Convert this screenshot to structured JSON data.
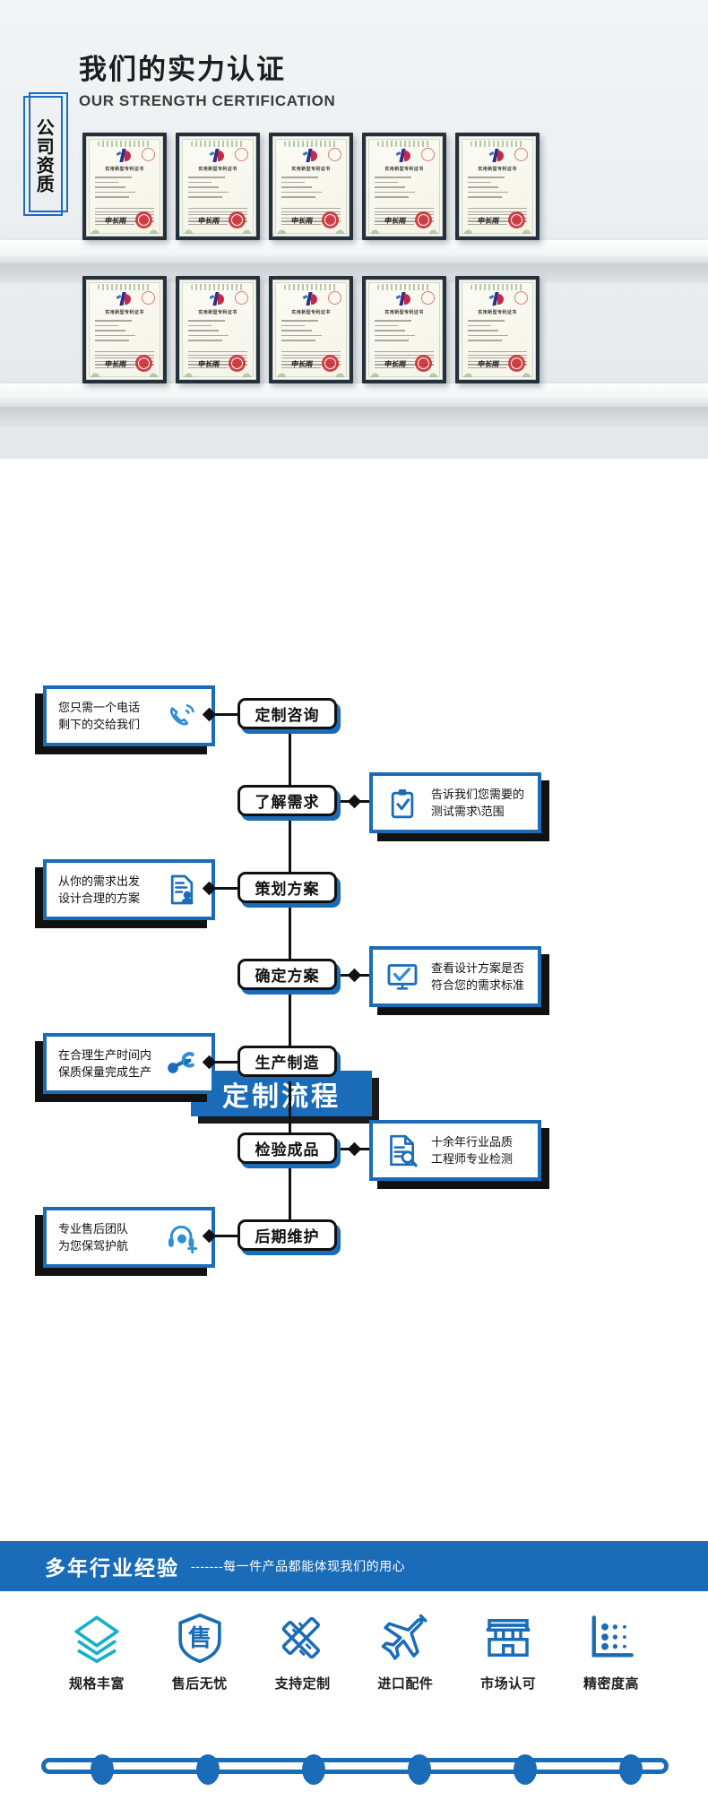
{
  "certification": {
    "heading_cn": "我们的实力认证",
    "heading_en": "OUR STRENGTH CERTIFICATION",
    "badge_text": "公司资质",
    "certificate_title": "实用新型专利证书",
    "certificate_signature": "申长雨",
    "rows": [
      {
        "count": 5
      },
      {
        "count": 5
      }
    ]
  },
  "process": {
    "title": "定制流程",
    "accent_color": "#1a6cb8",
    "steps": [
      {
        "label": "定制咨询"
      },
      {
        "label": "了解需求"
      },
      {
        "label": "策划方案"
      },
      {
        "label": "确定方案"
      },
      {
        "label": "生产制造"
      },
      {
        "label": "检验成品"
      },
      {
        "label": "后期维护"
      }
    ],
    "cards": [
      {
        "side": "left",
        "icon": "phone-ring-icon",
        "line1": "您只需一个电话",
        "line2": "剩下的交给我们"
      },
      {
        "side": "right",
        "icon": "clipboard-check-icon",
        "line1": "告诉我们您需要的",
        "line2": "测试需求\\范围"
      },
      {
        "side": "left",
        "icon": "document-user-icon",
        "line1": "从你的需求出发",
        "line2": "设计合理的方案"
      },
      {
        "side": "right",
        "icon": "monitor-check-icon",
        "line1": "查看设计方案是否",
        "line2": "符合您的需求标准"
      },
      {
        "side": "left",
        "icon": "robot-arm-icon",
        "line1": "在合理生产时间内",
        "line2": "保质保量完成生产"
      },
      {
        "side": "right",
        "icon": "document-search-icon",
        "line1": "十余年行业品质",
        "line2": "工程师专业检测"
      },
      {
        "side": "left",
        "icon": "headset-plus-icon",
        "line1": "专业售后团队",
        "line2": "为您保驾护航"
      }
    ]
  },
  "footer": {
    "banner_title": "多年行业经验",
    "banner_dashes": "-------",
    "banner_subtitle": "每一件产品都能体现我们的用心",
    "features": [
      {
        "icon": "layers-icon",
        "label": "规格丰富"
      },
      {
        "icon": "shield-sale-icon",
        "label": "售后无忧",
        "glyph": "售"
      },
      {
        "icon": "rulers-icon",
        "label": "支持定制"
      },
      {
        "icon": "airplane-icon",
        "label": "进口配件"
      },
      {
        "icon": "store-icon",
        "label": "市场认可"
      },
      {
        "icon": "precision-icon",
        "label": "精密度高"
      }
    ],
    "track_dots": 6
  }
}
